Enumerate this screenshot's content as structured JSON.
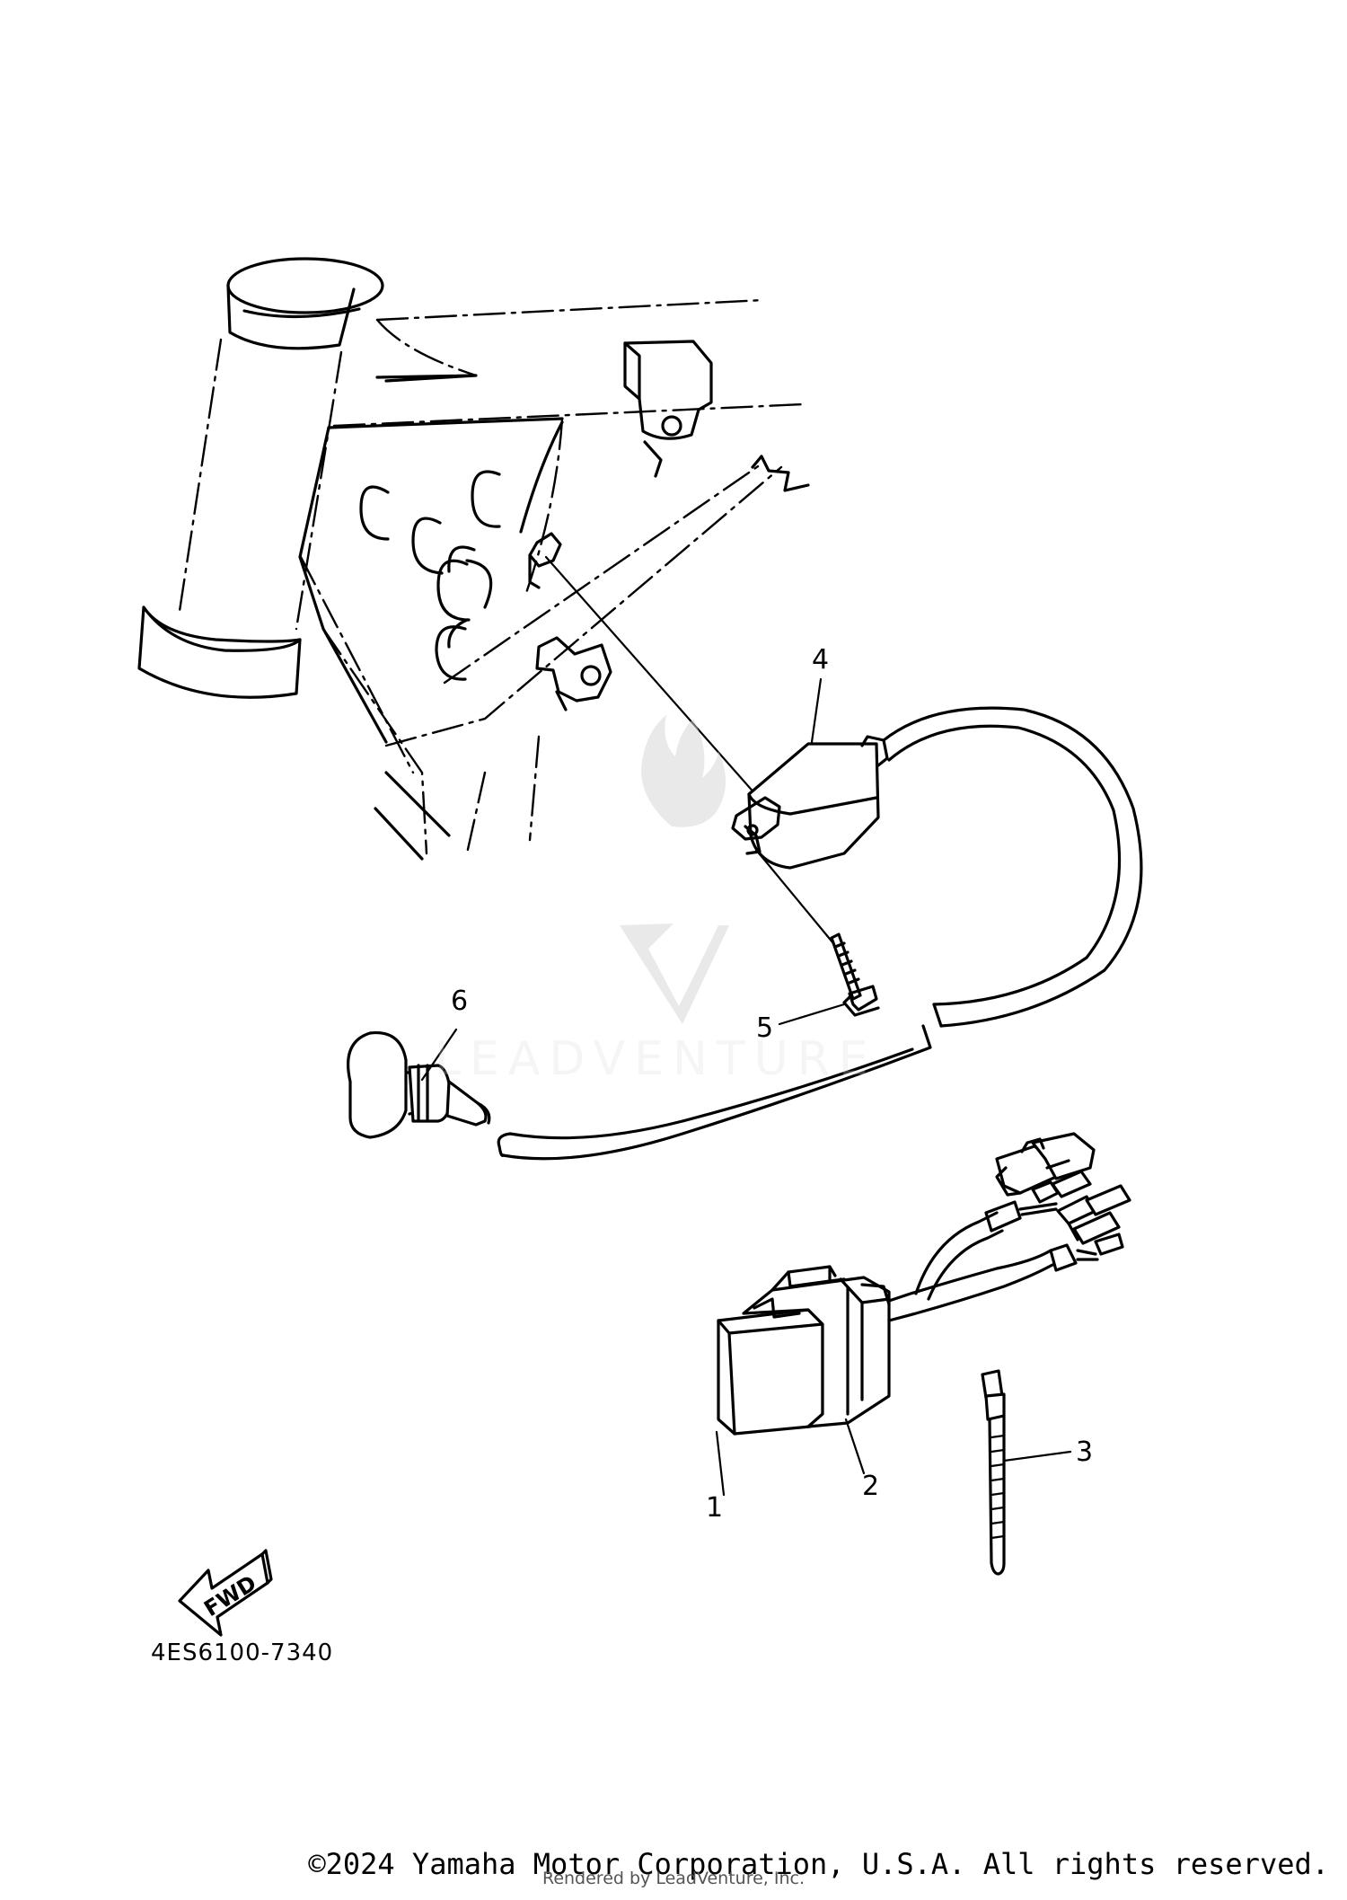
{
  "diagram": {
    "callouts": [
      "1",
      "2",
      "3",
      "4",
      "5",
      "6"
    ],
    "part_number": "4ES6100-7340",
    "fwd_label": "FWD",
    "watermark_text": "LEADVENTURE",
    "copyright": "©2024 Yamaha Motor Corporation, U.S.A. All rights reserved.",
    "rendered_by": "Rendered by LeadVenture, Inc."
  },
  "colors": {
    "line": "#000000",
    "background": "#ffffff",
    "watermark": "#d9d9d9"
  }
}
